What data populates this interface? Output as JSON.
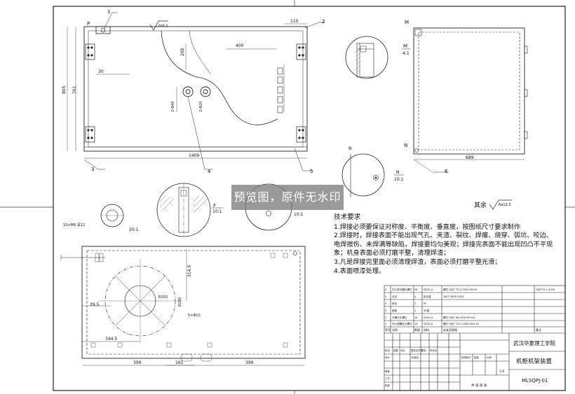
{
  "watermark": "预览图，原件无水印",
  "balloons": [
    "1",
    "2",
    "3",
    "4",
    "5",
    "6"
  ],
  "section_letters": {
    "p": "P",
    "m": "M",
    "n": "N"
  },
  "scales": {
    "m_ratio": "4:1",
    "n_ratio": "10:1",
    "p_ratio": "10:1",
    "detail_ratio": "20:1",
    "p_label": "P"
  },
  "front_dims": {
    "overall_width": "1409",
    "overall_height": "805",
    "inner_height": "761",
    "top_right": "110",
    "left_offset": "30",
    "top_gap": "200",
    "span_400": "400",
    "hole_dia": "2-Φ40",
    "hole_dia2": "2-Φ20",
    "rough": "Ra6.3"
  },
  "side_dims": {
    "width": "689"
  },
  "plan_dims": {
    "r_314": "314.5",
    "d_399": "399",
    "d_161": "161",
    "d_399b": "399",
    "d_344": "344.5",
    "d_39": "39.5",
    "holes": "5×Φ10",
    "r_150": "R150",
    "r_200": "R200",
    "detail": "10×M8\n深12"
  },
  "remaining_rough": "其余",
  "remaining_ra": "Ra12.5",
  "requirements": {
    "title": "技术要求",
    "items": [
      "1.焊接必须要保证对称度、平衡度、垂直度，按图纸尺寸要求制作",
      "2.焊接时，焊接表面不能出现气孔、夹渣、裂纹、焊瘤、烧穿、弧坑、咬边、电焊擦伤、未焊满等缺陷，焊接要均匀美观；焊接完表面不能出现凹凸不平现象；机身表面必须打磨平整，清理焊渣；",
      "3.凡是焊接完里面必须清理焊渣，表面必须打磨平整光滑；",
      "4.表面喷漆处理。"
    ]
  },
  "bom": {
    "rows": [
      [
        "6",
        "内六角平圆头螺钉",
        "24",
        "Q235-A",
        "螺钉 GB/T 70.2-2000 M5×8",
        "GB/T70.2-2000"
      ],
      [
        "5",
        "合页",
        "4",
        "铝合金",
        "GB/T 4000-2003",
        ""
      ],
      [
        "4",
        "把手",
        "2",
        "PE",
        "",
        ""
      ],
      [
        "3",
        "钢架",
        "1",
        "45钢",
        "",
        ""
      ],
      [
        "2",
        "开槽沉头螺钉",
        "16",
        "Q235-A",
        "螺钉 GB/T 68-2000 M3×8",
        ""
      ],
      [
        "1",
        "内六角圆柱头螺钉",
        "16",
        "Q235-A",
        "螺钉 GB/T 70.1-2008 M5×16",
        ""
      ]
    ],
    "header": [
      "序号",
      "名称",
      "数量",
      "材料",
      "标准及规格",
      "备注"
    ]
  },
  "title_block": {
    "school": "武汉华夏理工学院",
    "drawing_name": "机柜机架装置",
    "drawing_no": "MLSQPJ-01",
    "scale_value": "1:6",
    "sheet": "共 张 第 张",
    "labels": [
      "标记",
      "处数",
      "分区",
      "更改文件号",
      "签名",
      "年月日",
      "设计",
      "标准化",
      "审核",
      "工艺",
      "批准",
      "阶段标记",
      "重量",
      "比例"
    ]
  }
}
